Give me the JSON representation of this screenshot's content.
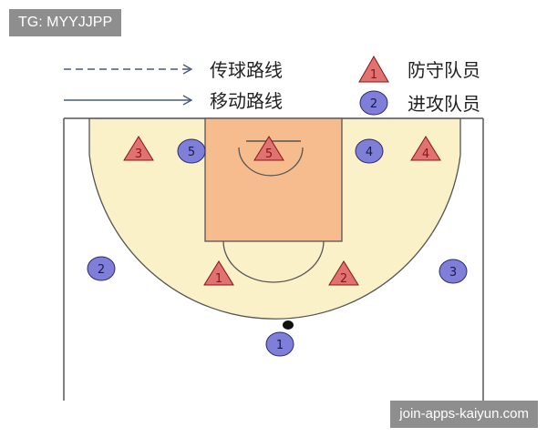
{
  "legend": {
    "pass_route": "传球路线",
    "move_route": "移动路线",
    "defender": "防守队员",
    "attacker": "进攻队员",
    "defender_sample_number": "1",
    "attacker_sample_number": "2"
  },
  "colors": {
    "court_fill": "#fbf1c8",
    "paint_fill": "#f7bc8e",
    "court_line": "#555555",
    "defender_fill": "#e07272",
    "defender_text": "#8a1414",
    "attacker_fill": "#7f7fd9",
    "attacker_text": "#1a1a4a",
    "arrow": "#4a5a78"
  },
  "defenders": [
    {
      "number": "3"
    },
    {
      "number": "5"
    },
    {
      "number": "4"
    },
    {
      "number": "1"
    },
    {
      "number": "2"
    }
  ],
  "attackers": [
    {
      "number": "5"
    },
    {
      "number": "4"
    },
    {
      "number": "2"
    },
    {
      "number": "3"
    },
    {
      "number": "1",
      "has_ball": true
    }
  ],
  "watermarks": {
    "top_left": "TG: MYYJJPP",
    "bottom_right": "join-apps-kaiyun.com"
  }
}
